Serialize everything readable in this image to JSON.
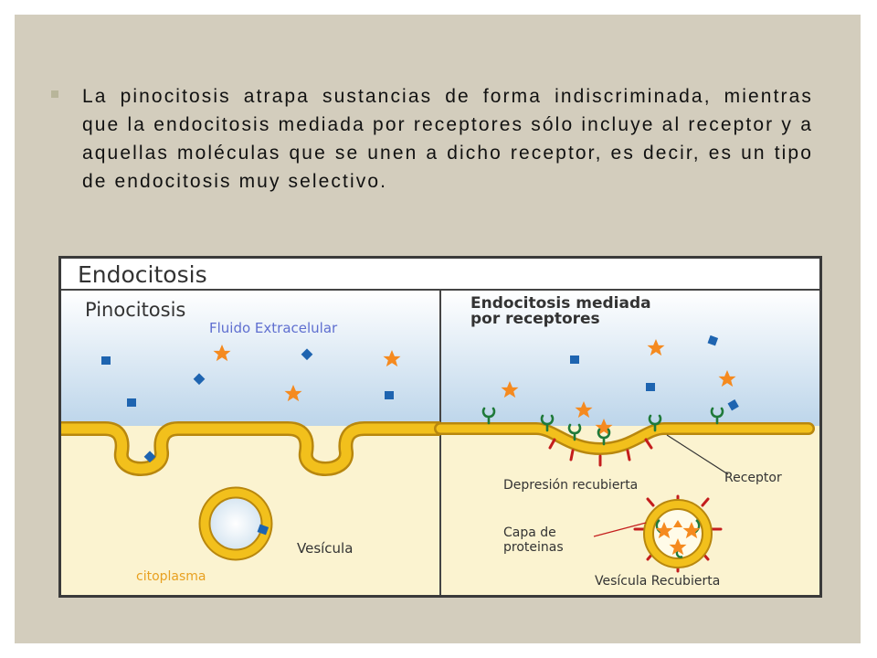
{
  "slide": {
    "bullet_icon": "square-bullet",
    "bullet_text": "La pinocitosis atrapa sustancias de forma indiscriminada, mientras que la endocitosis mediada por receptores sólo incluye al receptor y a aquellas moléculas que se unen a dicho receptor, es decir, es un tipo de endocitosis muy selectivo."
  },
  "figure": {
    "title": "Endocitosis",
    "left_panel": {
      "heading": "Pinocitosis",
      "extracellular_label": "Fluido Extracelular",
      "vesicle_label": "Vesícula",
      "cytoplasm_label": "citoplasma"
    },
    "right_panel": {
      "heading_line1": "Endocitosis mediada",
      "heading_line2": "por receptores",
      "receptor_label": "Receptor",
      "coated_pit_label": "Depresión recubierta",
      "protein_coat_line1": "Capa de",
      "protein_coat_line2": "proteinas",
      "coated_vesicle_label": "Vesícula Recubierta"
    },
    "colors": {
      "membrane": "#f2c01c",
      "membrane_edge": "#b8870e",
      "extracellular_top": "#b9d3e9",
      "cytoplasm": "#fbf3d0",
      "star": "#f58a1f",
      "molecule": "#1e64b0",
      "receptor": "#1f7a3a",
      "coat_spike": "#c41d1d",
      "fluid_label": "#5f6fd0",
      "cyto_label": "#e8a020"
    }
  }
}
